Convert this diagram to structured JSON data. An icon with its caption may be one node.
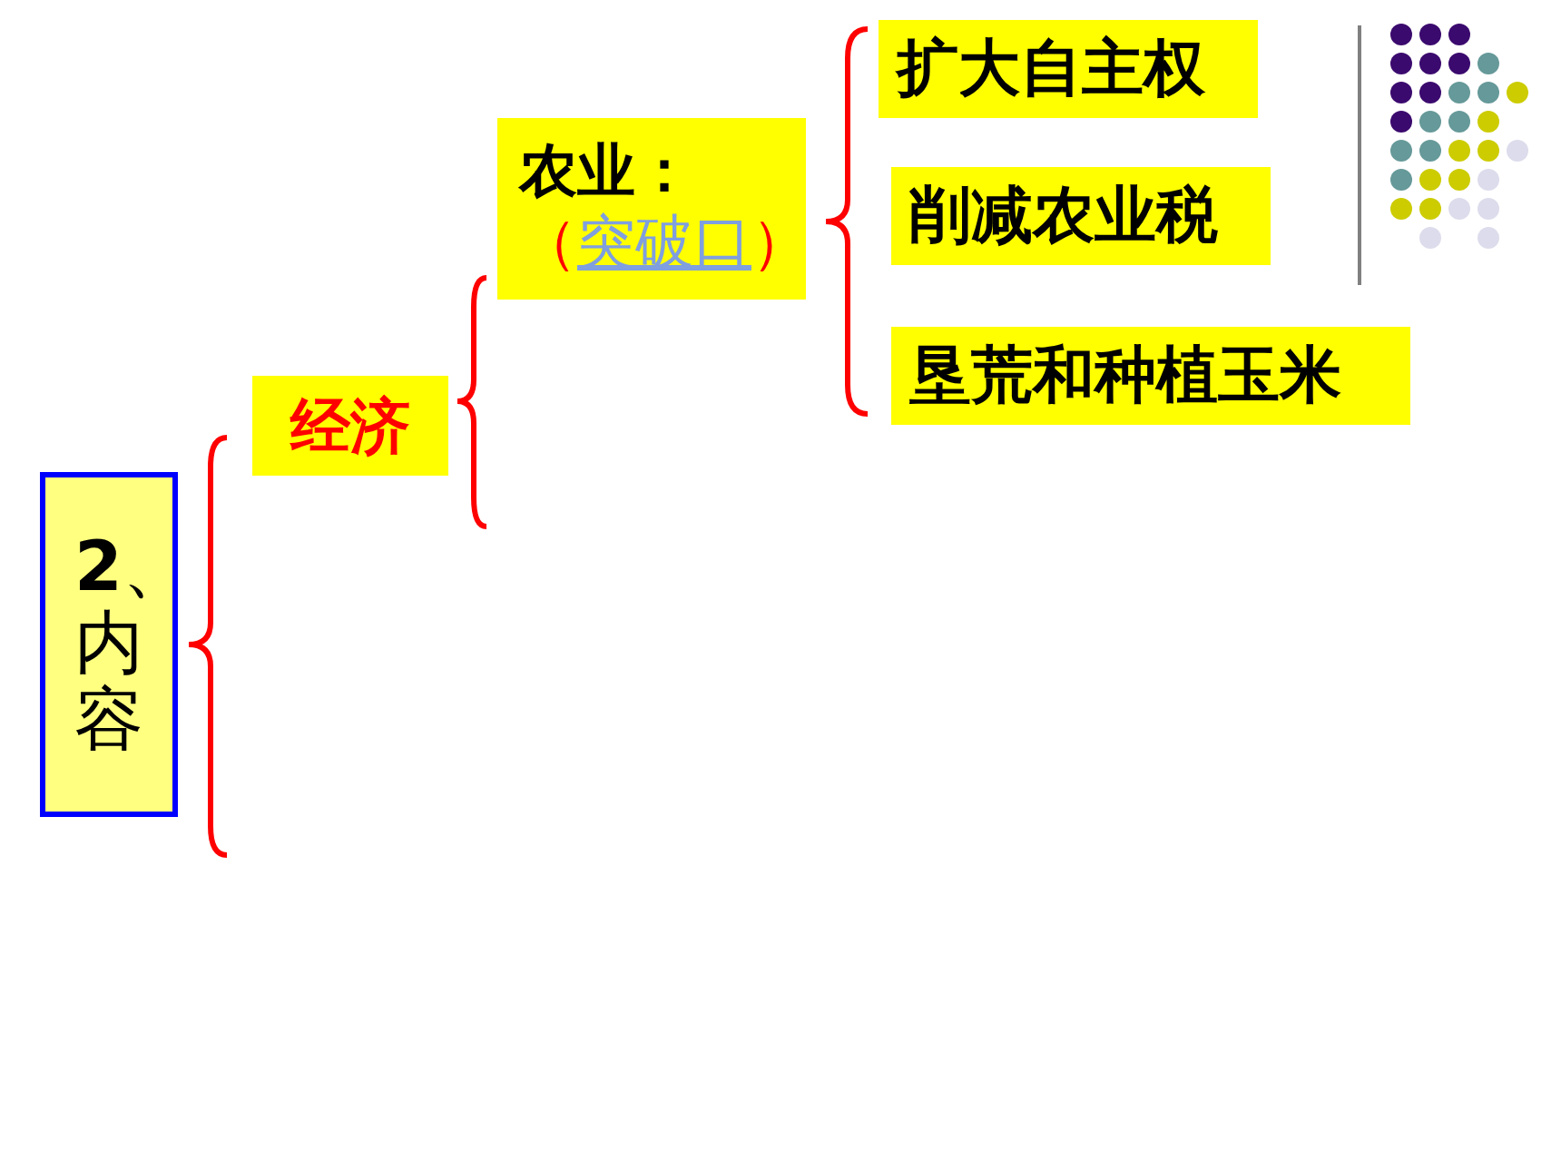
{
  "diagram": {
    "nodes": [
      {
        "text": [
          "2、内容"
        ]
      },
      {
        "text": [
          "经济"
        ]
      },
      {
        "text": [
          "农业：",
          "（突破口）"
        ]
      },
      {
        "text": [
          "扩大自主权"
        ]
      },
      {
        "text": [
          "削减农业税"
        ]
      },
      {
        "text": [
          "垦荒和种植玉米"
        ]
      }
    ]
  }
}
